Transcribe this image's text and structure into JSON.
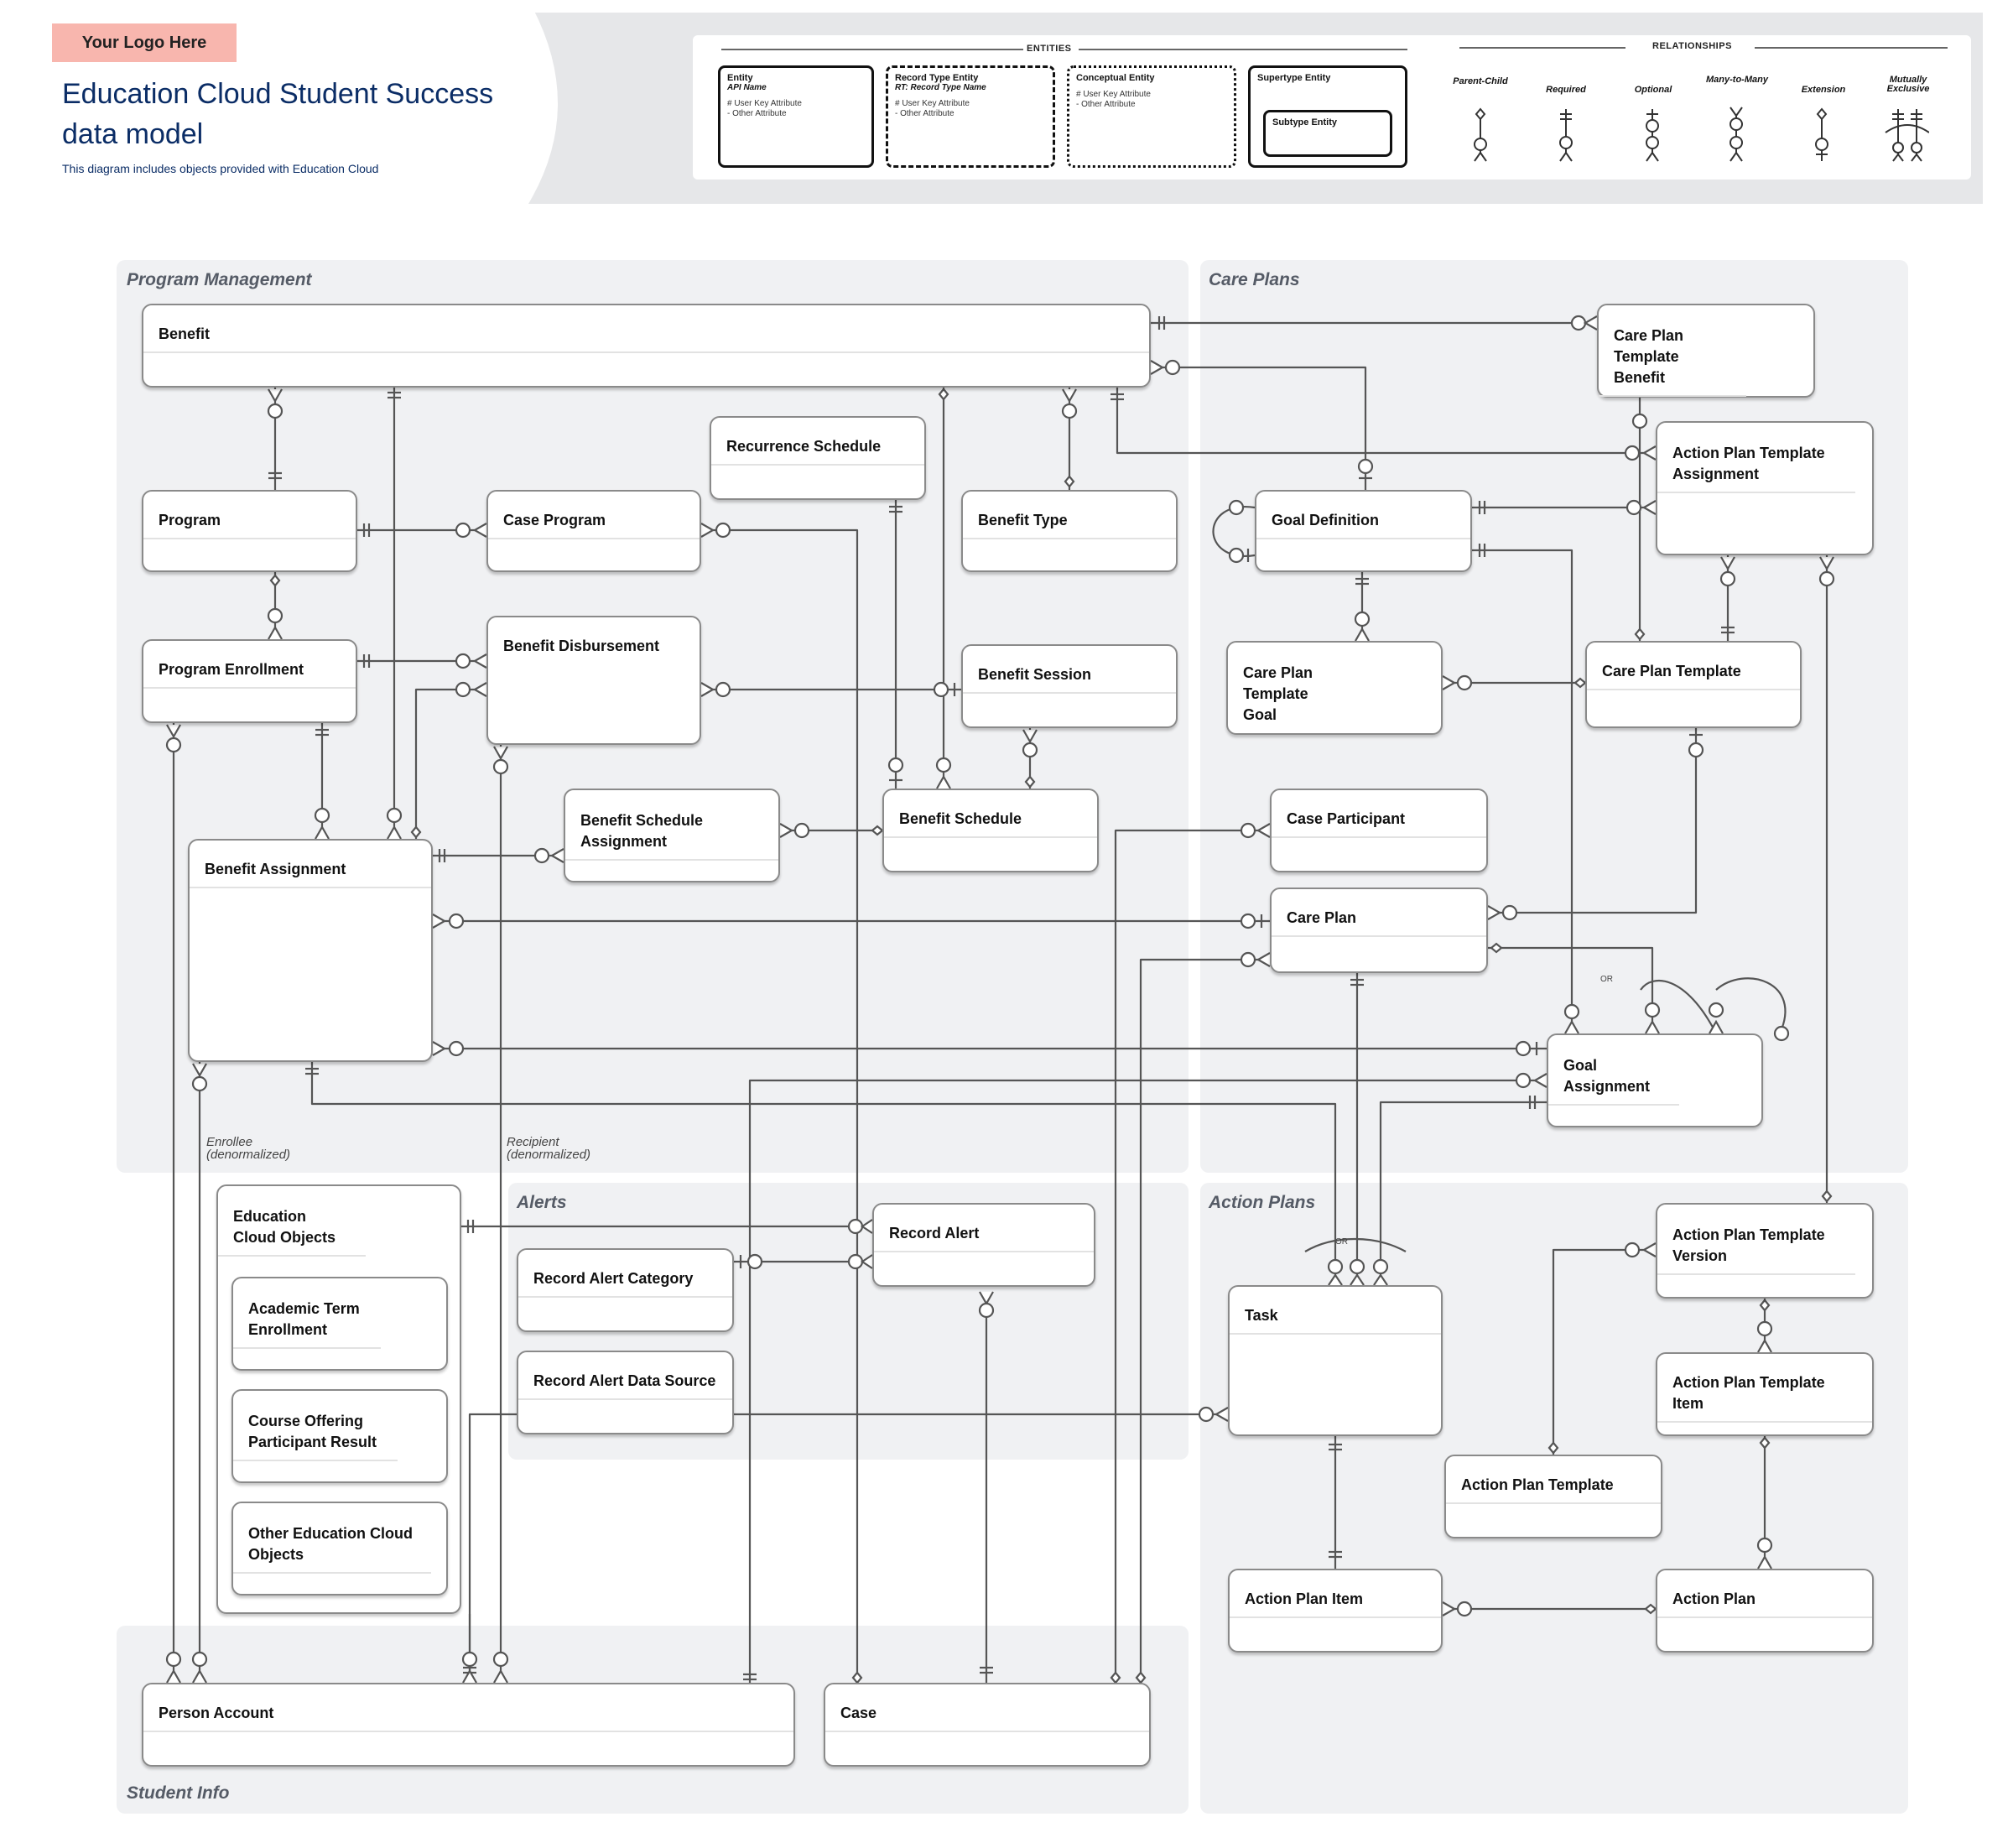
{
  "header": {
    "logo": "Your Logo Here",
    "title_line1": "Education Cloud Student Success",
    "title_line2": "data model",
    "subtitle": "This diagram includes objects provided with Education Cloud"
  },
  "legend": {
    "entities_label": "ENTITIES",
    "relationships_label": "RELATIONSHIPS",
    "entity": {
      "title": "Entity",
      "api": "API Name",
      "attr1": "# User Key Attribute",
      "attr2": "- Other Attribute"
    },
    "record_type_entity": {
      "title": "Record Type Entity",
      "rt": "RT: Record Type Name",
      "attr1": "# User Key Attribute",
      "attr2": "- Other Attribute"
    },
    "conceptual_entity": {
      "title": "Conceptual Entity",
      "attr1": "# User Key Attribute",
      "attr2": "- Other Attribute"
    },
    "supertype_entity": {
      "title": "Supertype Entity",
      "subtype": "Subtype Entity"
    },
    "relationships": [
      "Parent-Child",
      "Required",
      "Optional",
      "Many-to-Many",
      "Extension",
      "Mutually Exclusive"
    ]
  },
  "regions": {
    "program_management": "Program Management",
    "care_plans": "Care Plans",
    "alerts": "Alerts",
    "action_plans": "Action Plans",
    "student_info": "Student Info"
  },
  "notes": {
    "enrollee_1": "Enrollee",
    "enrollee_2": "(denormalized)",
    "recipient_1": "Recipient",
    "recipient_2": "(denormalized)",
    "or": "OR"
  },
  "entities": {
    "benefit": "Benefit",
    "program": "Program",
    "case_program": "Case Program",
    "recurrence_schedule": "Recurrence Schedule",
    "benefit_type": "Benefit Type",
    "program_enrollment": "Program Enrollment",
    "benefit_disbursement": "Benefit Disbursement",
    "benefit_session": "Benefit Session",
    "benefit_schedule_assignment": "Benefit Schedule Assignment",
    "benefit_schedule": "Benefit Schedule",
    "benefit_assignment": "Benefit Assignment",
    "care_plan_template_benefit": "Care Plan Template Benefit",
    "action_plan_template_assignment": "Action Plan Template Assignment",
    "goal_definition": "Goal Definition",
    "care_plan_template_goal": "Care Plan Template Goal",
    "care_plan_template": "Care Plan Template",
    "case_participant": "Case Participant",
    "care_plan": "Care Plan",
    "goal_assignment": "Goal Assignment",
    "education_cloud_objects": "Education Cloud Objects",
    "academic_term_enrollment": "Academic Term Enrollment",
    "course_offering_participant_result": "Course Offering Participant Result",
    "other_education_cloud_objects": "Other Education Cloud Objects",
    "record_alert": "Record Alert",
    "record_alert_category": "Record Alert Category",
    "record_alert_data_source": "Record Alert Data Source",
    "task": "Task",
    "action_plan_template_version": "Action Plan Template Version",
    "action_plan_template_item": "Action Plan Template Item",
    "action_plan_template": "Action Plan Template",
    "action_plan_item": "Action Plan Item",
    "action_plan": "Action Plan",
    "person_account": "Person Account",
    "case": "Case"
  }
}
